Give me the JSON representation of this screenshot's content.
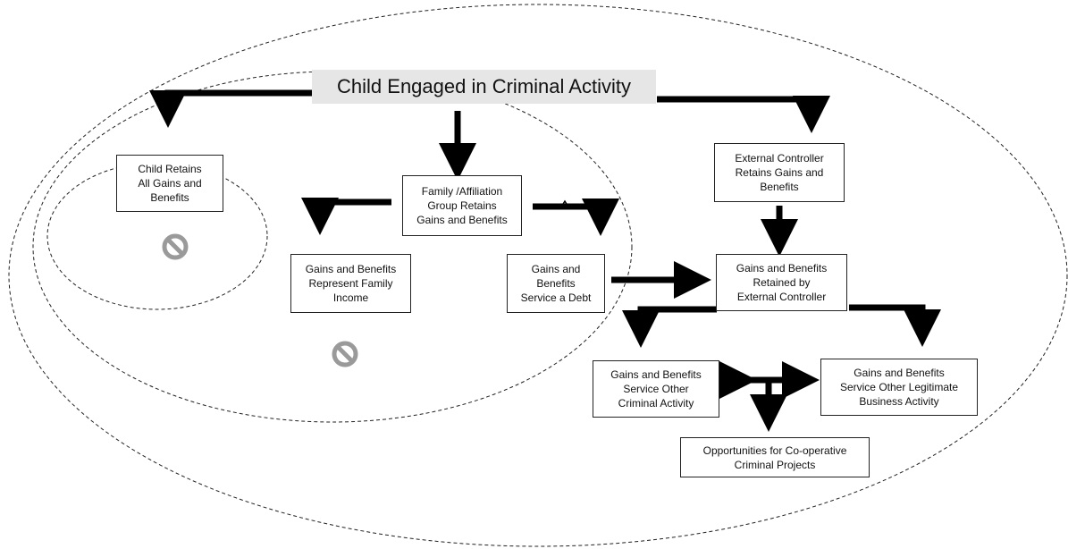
{
  "title": "Child Engaged in Criminal Activity",
  "boxes": {
    "child_retains": "Child Retains\nAll Gains and\nBenefits",
    "family_group": "Family /Affiliation\nGroup Retains\nGains and Benefits",
    "external_controller": "External Controller\nRetains Gains and\nBenefits",
    "family_income": "Gains and Benefits\nRepresent Family\nIncome",
    "service_debt": "Gains and\nBenefits\nService a Debt",
    "retained_by_controller": "Gains and Benefits\nRetained by\nExternal Controller",
    "other_criminal": "Gains and Benefits\nService Other\nCriminal Activity",
    "legitimate_business": "Gains and Benefits\nService Other Legitimate\nBusiness  Activity",
    "cooperative_projects": "Opportunities for Co-operative\nCriminal Projects"
  },
  "colors": {
    "title_bg": "#e6e6e6",
    "arrow": "#000000",
    "no_icon": "#9a9a9a"
  },
  "icons": [
    "no-entry-icon",
    "no-entry-icon"
  ]
}
